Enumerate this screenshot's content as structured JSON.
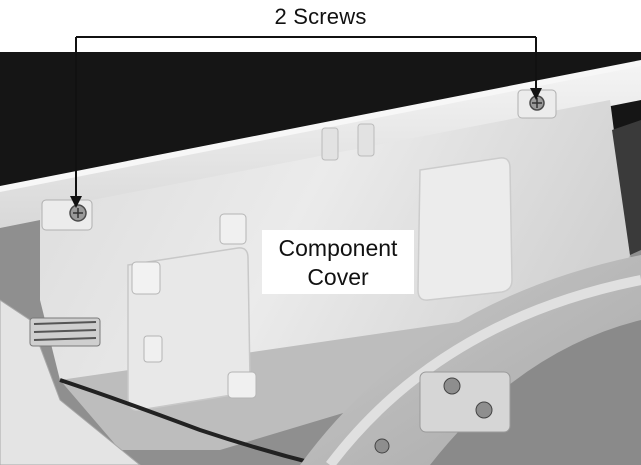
{
  "callouts": {
    "screws_label": "2 Screws",
    "cover_line1": "Component",
    "cover_line2": "Cover"
  },
  "colors": {
    "background": "#ffffff",
    "text": "#111111",
    "panel": "#e6e6e6",
    "dark_area": "#151515"
  }
}
